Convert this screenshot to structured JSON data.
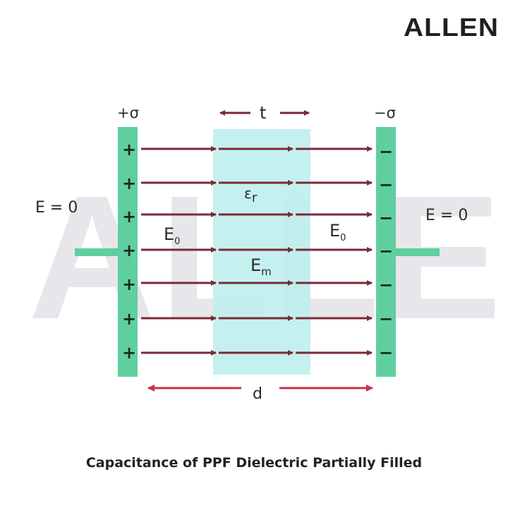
{
  "brand": {
    "logo_text": "ALLEN",
    "watermark_text": "ALLEN"
  },
  "diagram": {
    "left_plate": {
      "charge_label": "+σ",
      "sign": "+",
      "sign_count": 7
    },
    "right_plate": {
      "charge_label": "−σ",
      "sign": "−",
      "sign_count": 7
    },
    "outside_left_field": "E = 0",
    "outside_right_field": "E = 0",
    "field_left": {
      "symbol": "E",
      "subscript": "0"
    },
    "field_right": {
      "symbol": "E",
      "subscript": "0"
    },
    "field_medium": {
      "symbol": "E",
      "subscript": "m"
    },
    "permittivity": {
      "symbol": "ε",
      "subscript": "r"
    },
    "thickness_label": "t",
    "separation_label": "d",
    "colors": {
      "plate": "#5fcf9f",
      "dielectric": "#bfeeee",
      "field_line": "#7a2a35",
      "dimension_arrow": "#c8324e"
    }
  },
  "caption": "Capacitance of PPF Dielectric Partially Filled"
}
